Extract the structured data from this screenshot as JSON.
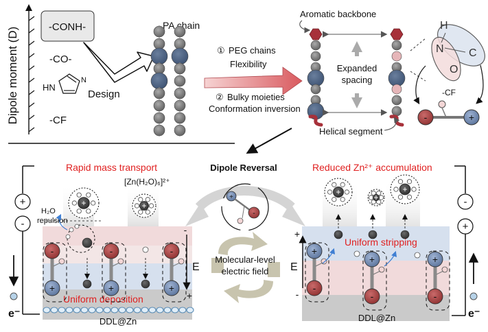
{
  "axis": {
    "label": "Dipole moment (D)"
  },
  "groups": {
    "conh": "-CONH-",
    "co": "-CO-",
    "imid_hn": "HN",
    "imid_n": "N",
    "cf": "-CF"
  },
  "design": {
    "label": "Design"
  },
  "pa_chain": {
    "label": "PA chain"
  },
  "strategies": {
    "s1_num": "①",
    "s1": "PEG chains",
    "s1b": "Flexibility",
    "s2_num": "②",
    "s2": "Bulky moieties",
    "s2b": "Conformation inversion"
  },
  "structure": {
    "aromatic": "Aromatic backbone",
    "expanded1": "Expanded",
    "expanded2": "spacing",
    "helical": "Helical segment"
  },
  "atoms": {
    "h": "H",
    "n": "N",
    "o": "O",
    "c": "C",
    "cf": "-CF",
    "minus": "-",
    "plus": "+"
  },
  "dipole_reversal": {
    "label": "Dipole Reversal"
  },
  "left_panel": {
    "title": "Rapid mass transport",
    "ion": "[Zn(H₂O)₆]²⁺",
    "h2o": "H₂O",
    "repulsion": "repulsion",
    "deposition": "Uniform deposition",
    "substrate": "DDL@Zn",
    "e_label": "E",
    "electron": "e⁻"
  },
  "center": {
    "line1": "Molecular-level",
    "line2": "electric field"
  },
  "right_panel": {
    "title": "Reduced Zn²⁺ accumulation",
    "stripping": "Uniform stripping",
    "substrate": "DDL@Zn",
    "e_label": "E",
    "electron": "e⁻"
  },
  "colors": {
    "red": "#e02020",
    "chain_blue": "#4a607c",
    "chain_grey": "#8a8a8a",
    "dark_red": "#a33a3a",
    "blue_ball": "#6d86ad",
    "arrow_red": "#d95a5f",
    "pink_band": "#f1dadb",
    "blue_band": "#d6e0ee",
    "grey_band": "#c9c9c9"
  }
}
